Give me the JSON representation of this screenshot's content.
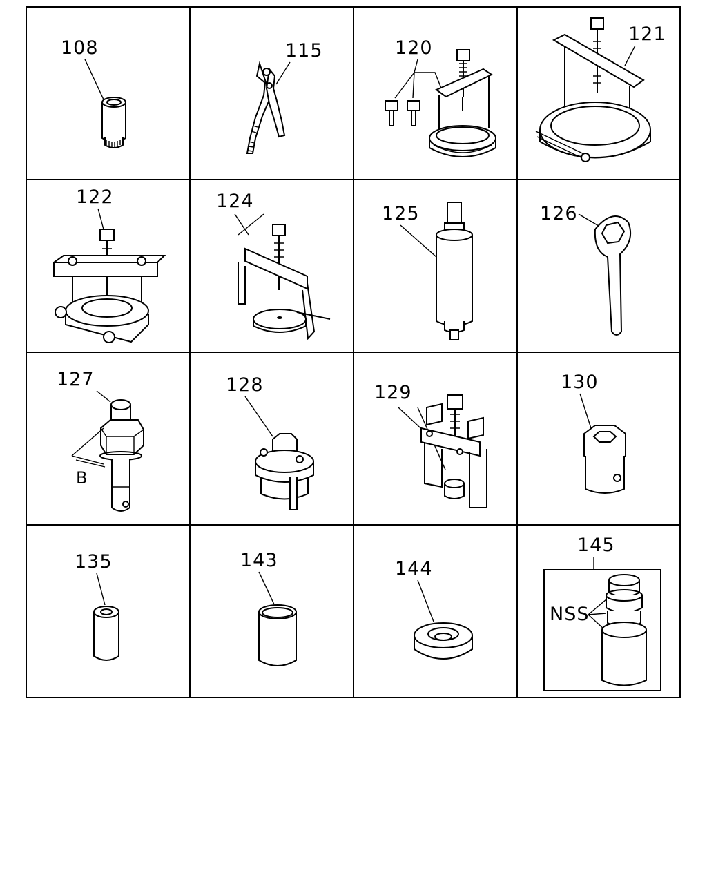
{
  "parts": [
    {
      "id": "108",
      "label": "108"
    },
    {
      "id": "115",
      "label": "115"
    },
    {
      "id": "120",
      "label": "120"
    },
    {
      "id": "121",
      "label": "121"
    },
    {
      "id": "122",
      "label": "122"
    },
    {
      "id": "124",
      "label": "124"
    },
    {
      "id": "125",
      "label": "125"
    },
    {
      "id": "126",
      "label": "126"
    },
    {
      "id": "127",
      "label": "127"
    },
    {
      "id": "128",
      "label": "128"
    },
    {
      "id": "129",
      "label": "129"
    },
    {
      "id": "130",
      "label": "130"
    },
    {
      "id": "135",
      "label": "135"
    },
    {
      "id": "143",
      "label": "143"
    },
    {
      "id": "144",
      "label": "144"
    },
    {
      "id": "145",
      "label": "145"
    }
  ],
  "annotations": {
    "dimension_b": "B",
    "nss": "NSS"
  }
}
